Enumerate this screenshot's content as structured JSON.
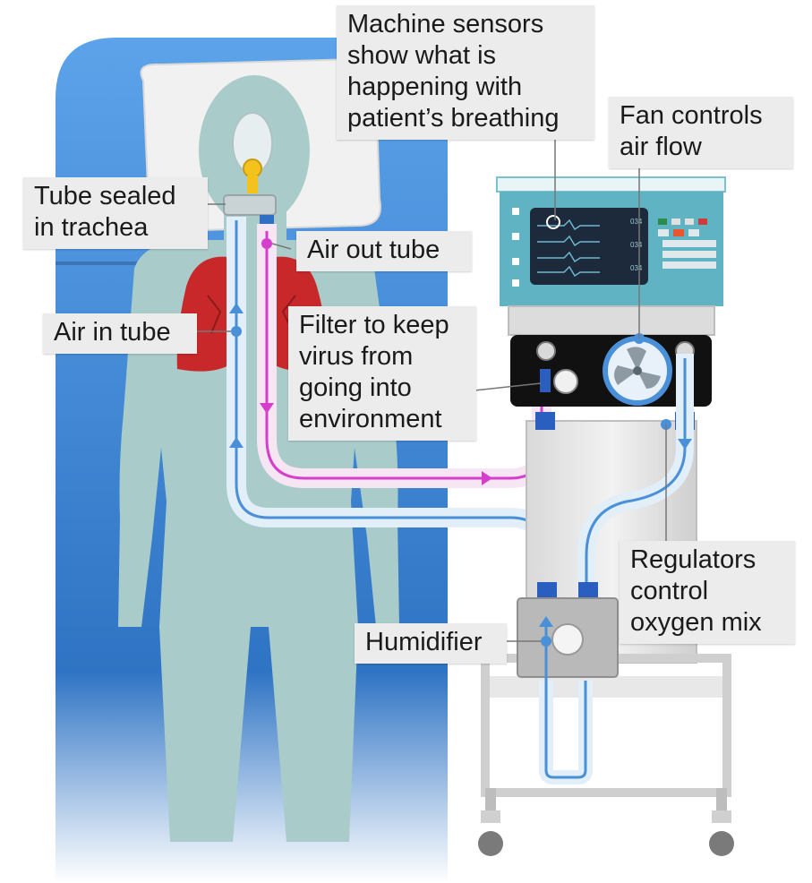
{
  "diagram": {
    "labels": {
      "machine_sensors": [
        "Machine sensors",
        "show what is",
        "happening with",
        "patient’s breathing"
      ],
      "fan_controls": [
        "Fan controls",
        "air flow"
      ],
      "tube_sealed": [
        "Tube sealed",
        "in trachea"
      ],
      "air_out_tube": [
        "Air out tube"
      ],
      "air_in_tube": [
        "Air in tube"
      ],
      "filter": [
        "Filter to keep",
        "virus from",
        "going into",
        "environment"
      ],
      "regulators": [
        "Regulators",
        "control",
        "oxygen mix"
      ],
      "humidifier": [
        "Humidifier"
      ]
    },
    "monitor_readouts": [
      "034",
      "034",
      "034"
    ],
    "colors": {
      "air_in": "#4a90d9",
      "air_out": "#d63fcc",
      "lungs": "#c8282a",
      "body": "#a9cccb",
      "bed": "#5b9ee6",
      "machine_teal": "#5fb3c2",
      "label_bg": "#ececec"
    }
  }
}
